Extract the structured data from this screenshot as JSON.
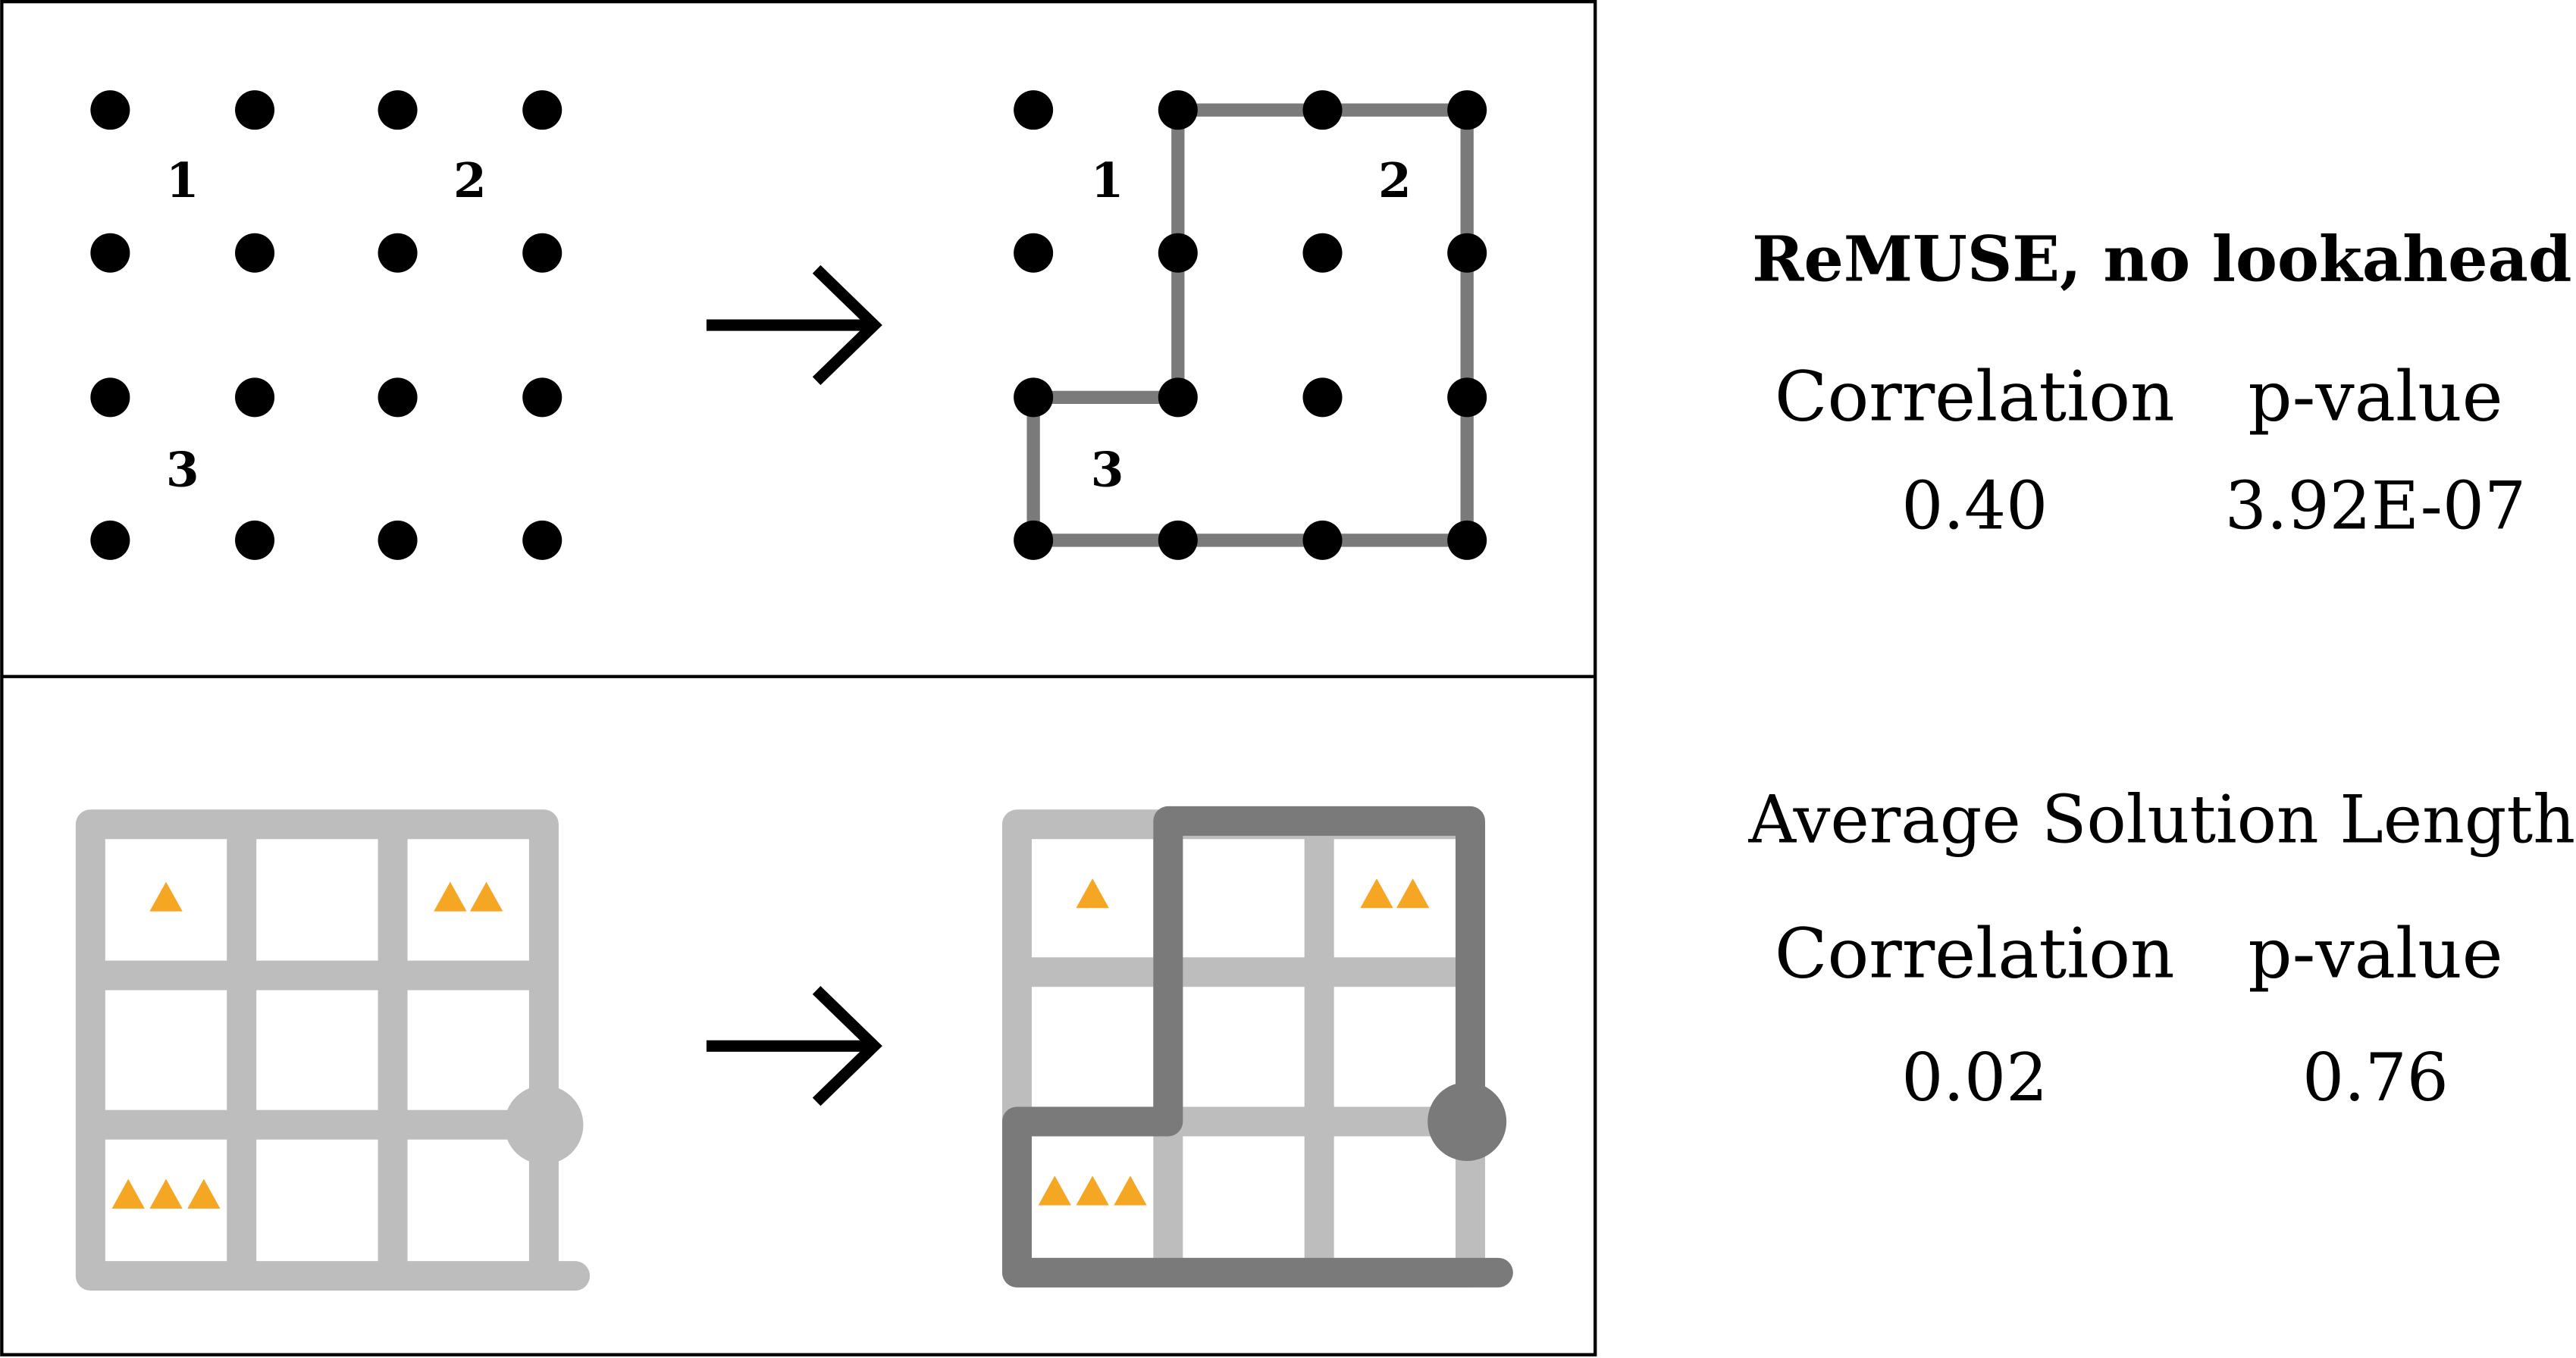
{
  "top_panel": {
    "region_labels": [
      "1",
      "2",
      "3"
    ]
  },
  "bottom_panel": {
    "cell_markers": [
      {
        "cell": "top-left",
        "count": 1
      },
      {
        "cell": "top-right",
        "count": 2
      },
      {
        "cell": "bottom-left",
        "count": 3
      }
    ]
  },
  "stats": [
    {
      "title": "ReMUSE, no lookahead",
      "correlation_header": "Correlation",
      "pvalue_header": "p-value",
      "correlation": "0.40",
      "pvalue": "3.92E-07"
    },
    {
      "title": "Average Solution Length",
      "correlation_header": "Correlation",
      "pvalue_header": "p-value",
      "correlation": "0.02",
      "pvalue": "0.76"
    }
  ],
  "colors": {
    "dot": "#000000",
    "path": "#7a7a7a",
    "grid": "#bdbdbd",
    "marker": "#f5a623",
    "frame": "#000000"
  }
}
